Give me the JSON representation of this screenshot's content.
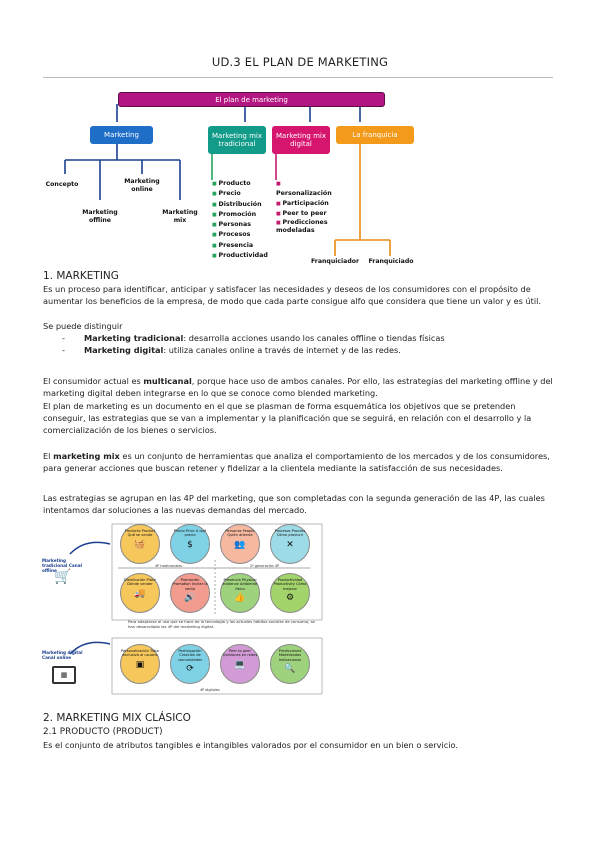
{
  "header": {
    "title": "UD.3 EL PLAN DE MARKETING"
  },
  "diagram": {
    "root": "El plan de marketing",
    "branches": [
      {
        "label": "Marketing",
        "color": "#1f6fc9"
      },
      {
        "label": "Marketing mix tradicional",
        "color": "#139b8a"
      },
      {
        "label": "Marketing mix digital",
        "color": "#d6156f"
      },
      {
        "label": "La franquicia",
        "color": "#f39a1b"
      }
    ],
    "marketing_children": [
      "Concepto",
      "Marketing online",
      "Marketing offline",
      "Marketing mix"
    ],
    "mix_tradicional": [
      "Producto",
      "Precio",
      "Distribución",
      "Promoción",
      "Personas",
      "Procesos",
      "Presencia",
      "Productividad"
    ],
    "mix_digital": [
      "Personalización",
      "Participación",
      "Peer to peer",
      "Predicciones modeladas"
    ],
    "franquicia_children": [
      "Franquiciador",
      "Franquiciado"
    ]
  },
  "section1": {
    "heading": "1. MARKETING",
    "p1": "Es un proceso para identificar, anticipar y satisfacer las necesidades y deseos de los consumidores con el propósito de aumentar los beneficios de la empresa, de modo que cada parte consigue alfo que considera que tiene un valor y es útil.",
    "p2": "Se puede distinguir",
    "bullets": [
      {
        "term": "Marketing tradicional",
        "text": ": desarrolla acciones usando los canales offline o tiendas físicas"
      },
      {
        "term": "Marketing digital",
        "text": ": utiliza canales online a través de internet y de las redes."
      }
    ],
    "p3_a": "El consumidor actual es ",
    "p3_b": "multicanal",
    "p3_c": ", porque hace uso de ambos canales. Por ello, las estrategias del marketing offline y del marketing digital deben integrarse en lo que se conoce como blended marketing.",
    "p4": "El plan de marketing es un documento en el que se plasman de forma esquemática los objetivos que se pretenden conseguir, las estrategias que se van a implementar y la planificación que se seguirá, en relación con el desarrollo y la comercialización de los bienes o servicios.",
    "p5_a": "El ",
    "p5_b": "marketing mix",
    "p5_c": " es un conjunto de herramientas que analiza el comportamiento de los mercados y de los consumidores, para generar acciones que buscan retener y fidelizar a la clientela mediante la satisfacción de sus necesidades.",
    "p6": "Las estrategias se agrupan en las 4P del marketing, que son completadas con la segunda generación de las 4P, las cuales intentamos dar soluciones a las nuevas demandas del mercado."
  },
  "figure": {
    "label_offline": "Marketing tradicional Canal offline",
    "label_online": "Marketing digital Canal online",
    "row1": [
      {
        "t": "Producto Product Qué se vende",
        "c": "#f6c75a",
        "i": "🧺"
      },
      {
        "t": "Precio Price A qué precio",
        "c": "#7fd2e6",
        "i": "$"
      },
      {
        "t": "Personas People Quién atiende",
        "c": "#f7b8a0",
        "i": "👥"
      },
      {
        "t": "Procesos Process Cómo producir",
        "c": "#9ddbe6",
        "i": "✕"
      }
    ],
    "row2": [
      {
        "t": "Distribución Place Dónde vender",
        "c": "#f6c75a",
        "i": "🚚"
      },
      {
        "t": "Promoción Promotion Incitar la venta",
        "c": "#f29b8f",
        "i": "🔊"
      },
      {
        "t": "Presencia Physical evidence Ambiente físico",
        "c": "#9fd27c",
        "i": "👍"
      },
      {
        "t": "Productividad Productivity Cómo mejorar",
        "c": "#a3d36b",
        "i": "⚙"
      }
    ],
    "gen_labels": [
      "4P tradicionales",
      "2ª generación 4P"
    ],
    "note": "Para adaptarse al uso que se hace de la tecnología y los actuales hábitos sociales de consumo, se han desarrollado las 4P del marketing digital.",
    "row3": [
      {
        "t": "Personalización Trato exclusivo al usuario",
        "c": "#f6c75a",
        "i": "▣"
      },
      {
        "t": "Participación Creación de comunidades",
        "c": "#7fd2e6",
        "i": "⟳"
      },
      {
        "t": "Peer to peer Opiniones en redes",
        "c": "#d39bd6",
        "i": "💻"
      },
      {
        "t": "Predicciones Modelizadas Indicaciones",
        "c": "#9fd27c",
        "i": "🔍"
      }
    ],
    "digital_label": "4P digitales"
  },
  "section2": {
    "heading": "2. MARKETING MIX CLÁSICO",
    "sub": "2.1 PRODUCTO (PRODUCT)",
    "p1": "Es el conjunto de atributos tangibles e intangibles valorados por el consumidor en un bien o servicio."
  }
}
